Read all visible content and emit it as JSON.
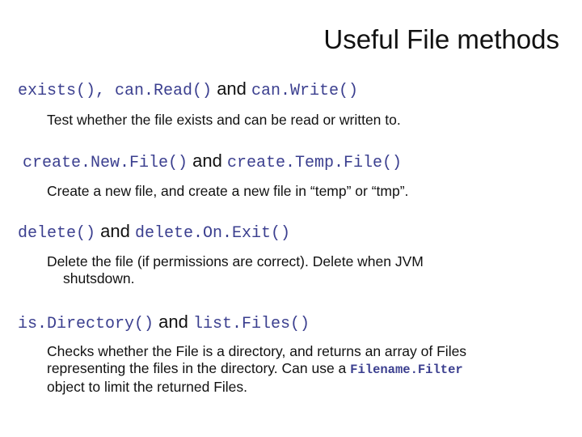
{
  "title": "Useful File methods",
  "sections": [
    {
      "methods": [
        "exists()",
        "can.Read()",
        "can.Write()"
      ],
      "separators": [
        ", ",
        "and"
      ],
      "description": "Test whether the file exists and can be read or written to."
    },
    {
      "methods": [
        "create.New.File()",
        "create.Temp.File()"
      ],
      "separators": [
        "and"
      ],
      "description": "Create a new file, and create a new file in “temp” or “tmp”."
    },
    {
      "methods": [
        "delete()",
        "delete.On.Exit()"
      ],
      "separators": [
        "and"
      ],
      "description_line1": "Delete the file (if permissions are correct). Delete when JVM",
      "description_line2": "shutsdown."
    },
    {
      "methods": [
        "is.Directory()",
        "list.Files()"
      ],
      "separators": [
        "and"
      ],
      "description_line1": "Checks whether the File is a directory, and returns an array of Files",
      "description_line2a": "representing the files in the directory. Can use a",
      "description_inline_code": "Filename.Filter",
      "description_line3": "object to limit the returned Files."
    }
  ]
}
